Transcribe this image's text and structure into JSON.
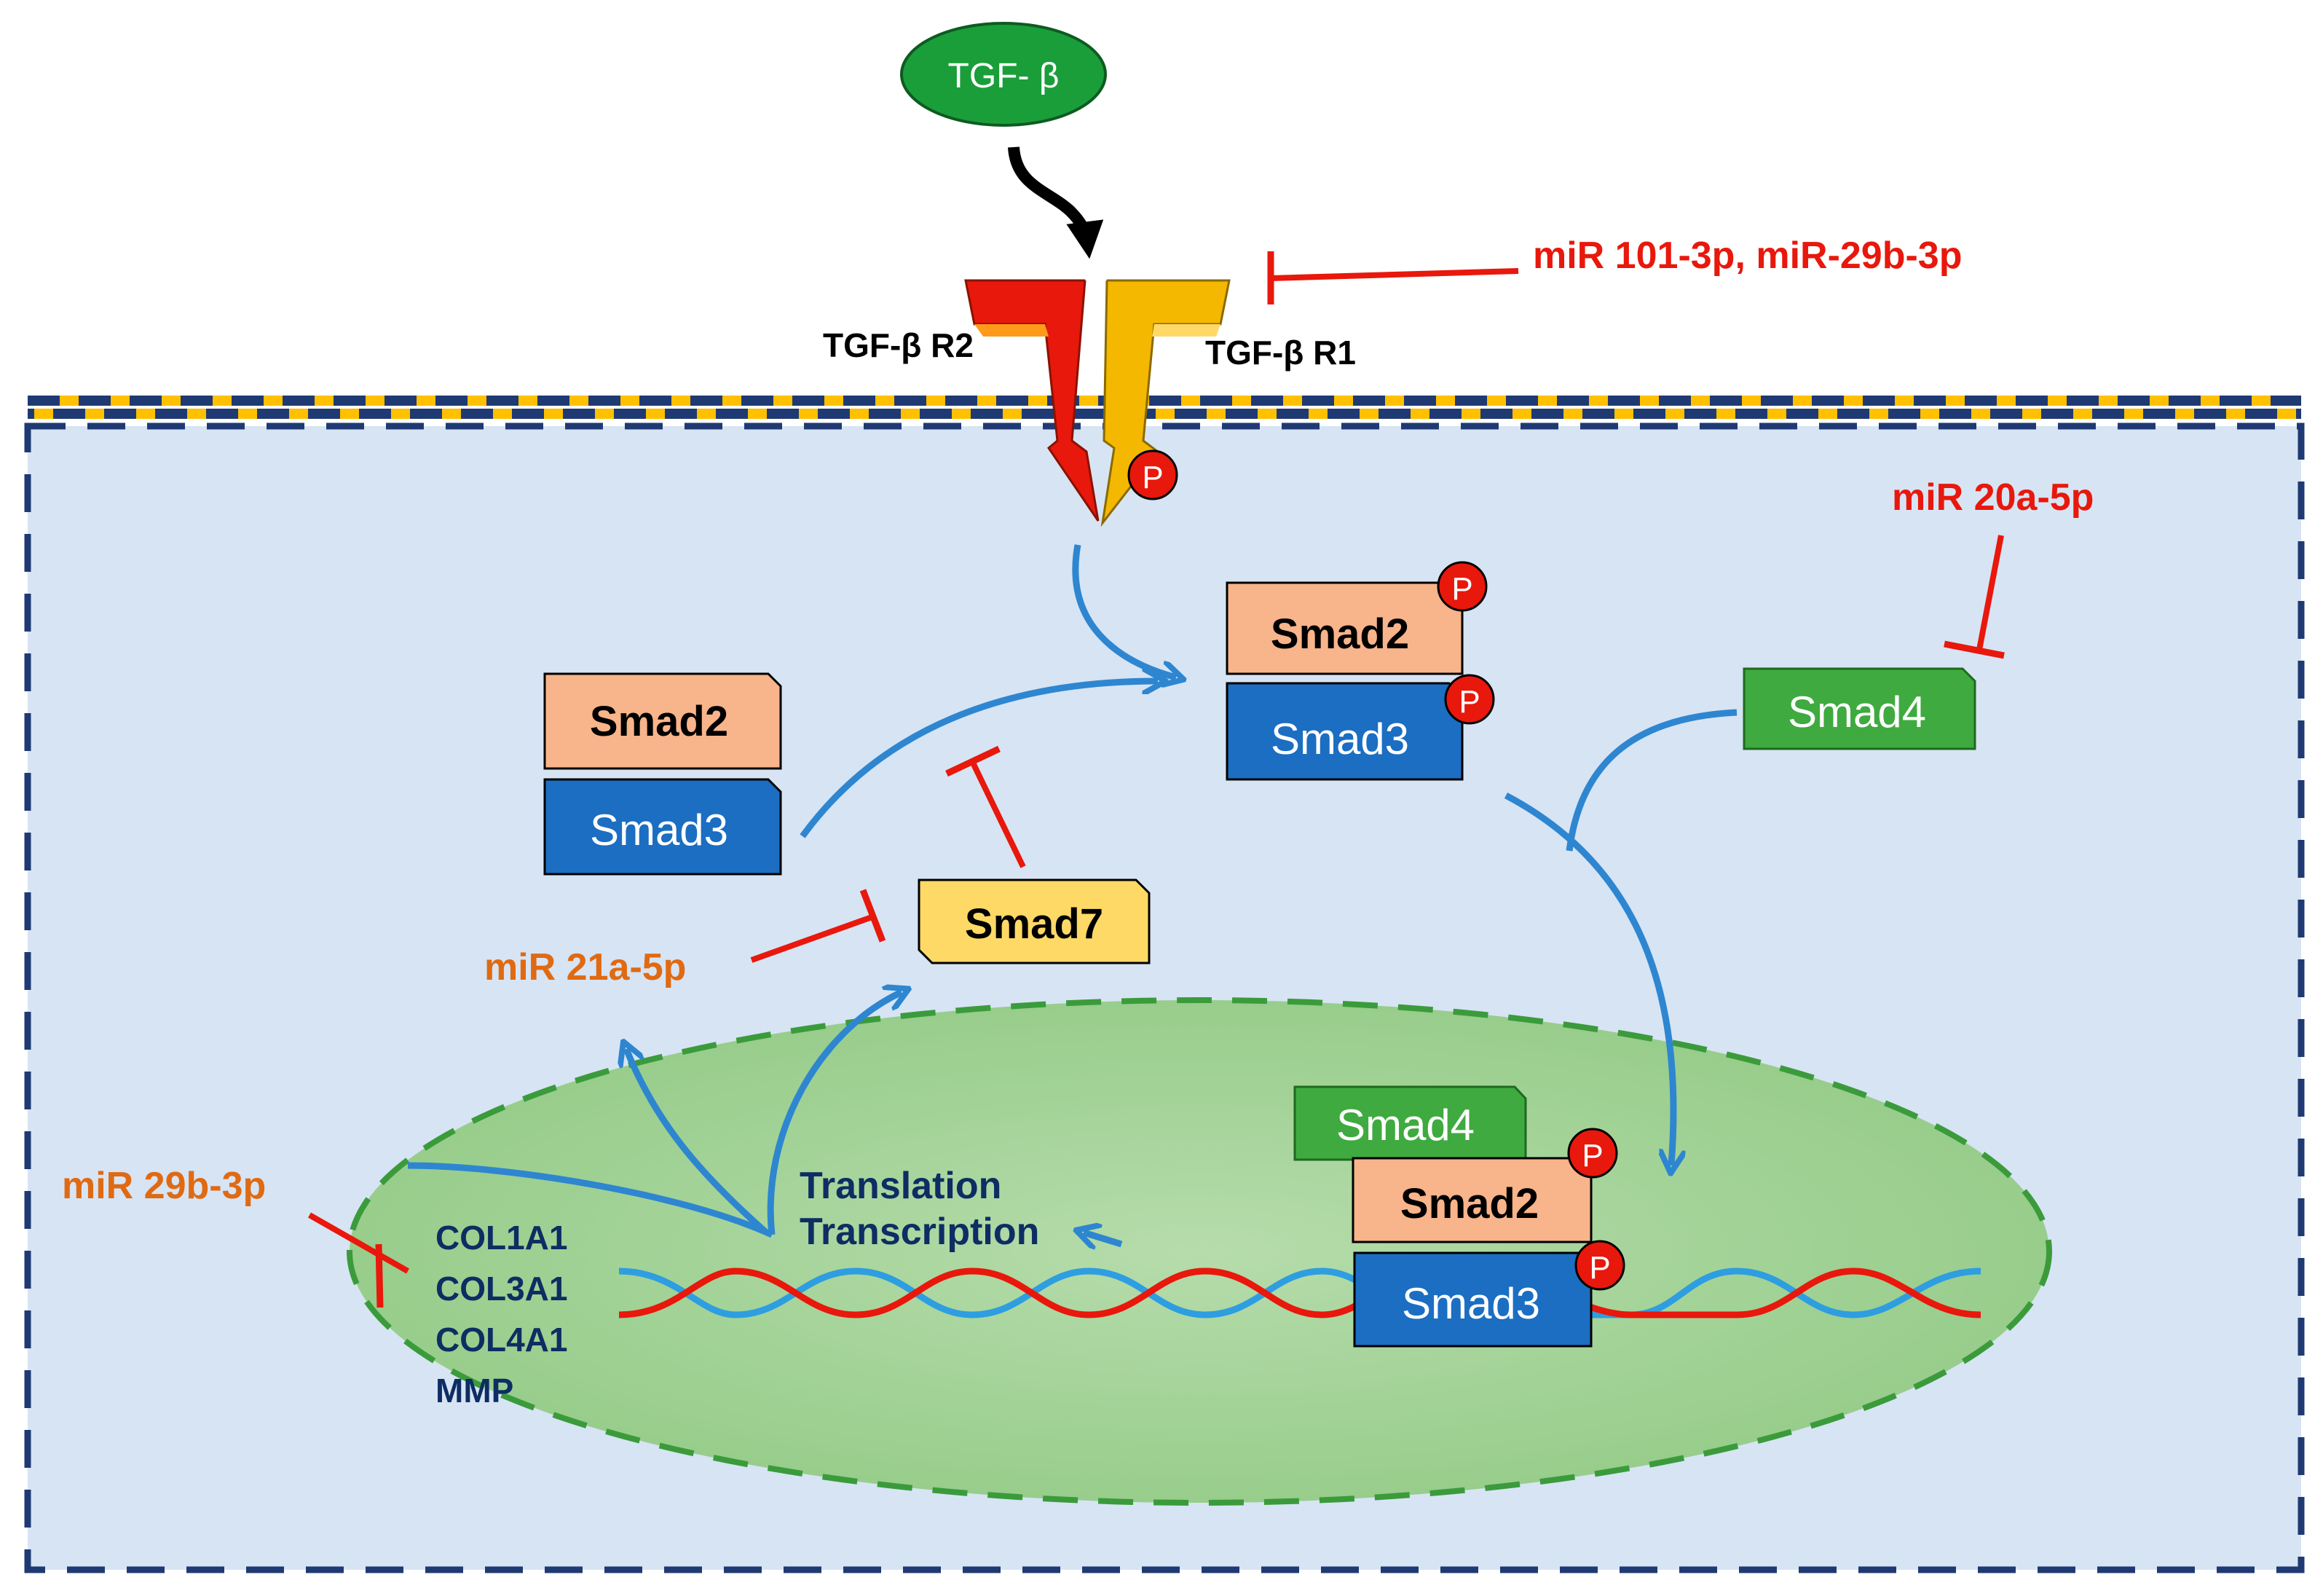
{
  "ligand": {
    "label": "TGF- β",
    "color": "#1a9e3a"
  },
  "receptors": {
    "r2_label": "TGF-β R2",
    "r1_label": "TGF-β R1",
    "r2_color": "#e8180c",
    "r1_color": "#f5b800"
  },
  "phospho_label": "P",
  "mirnas": {
    "receptor_inhibitor": "miR 101-3p, miR-29b-3p",
    "smad4_inhibitor": "miR 20a-5p",
    "smad7_inhibitor": "miR 21a-5p",
    "collagen_inhibitor": "miR 29b-3p"
  },
  "smads": {
    "smad2": "Smad2",
    "smad3": "Smad3",
    "smad4": "Smad4",
    "smad7": "Smad7"
  },
  "nucleus": {
    "translation": "Translation",
    "transcription": "Transcription",
    "genes": [
      "COL1A1",
      "COL3A1",
      "COL4A1",
      "MMP"
    ]
  },
  "colors": {
    "smad2": "#f8b48a",
    "smad3": "#1b6ec2",
    "smad4": "#3faa3f",
    "smad7": "#ffd966",
    "arrow_blue": "#2e86d0",
    "inhibit_red": "#e8180c",
    "mirna_red": "#e8180c",
    "mirna_orange": "#e06a12",
    "cell_fill": "#d7e4f4",
    "nucleus_fill": "#a9d5a0",
    "gene_text": "#0d2d63"
  }
}
